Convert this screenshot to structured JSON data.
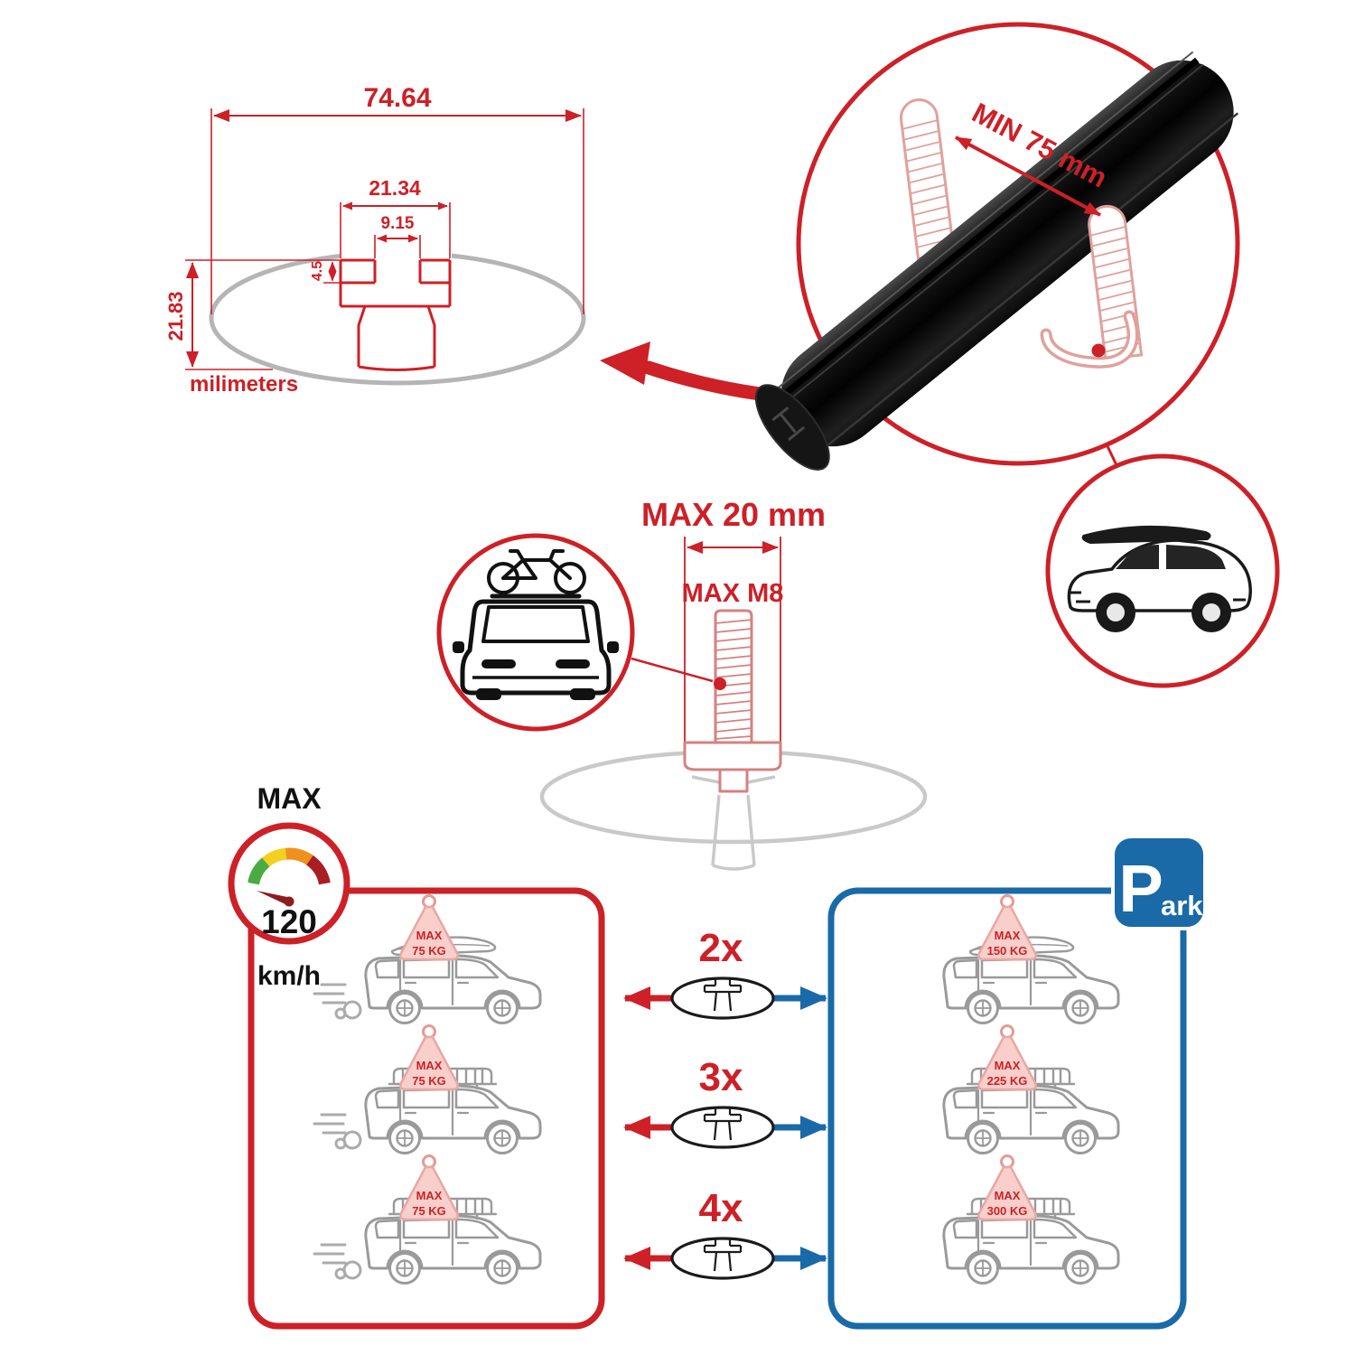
{
  "colors": {
    "accent_red": "#cd2027",
    "accent_blue": "#1a6aa8",
    "clamp_pink": "#e0a19c",
    "profile_gray": "#c9c9c9",
    "car_outline_gray": "#9a9a9a",
    "gauge_green": "#4aab43",
    "gauge_yellow": "#f5d01e",
    "gauge_orange": "#f0911e",
    "gauge_dark_red": "#a91e22"
  },
  "cross_section": {
    "overall_width": "74.64",
    "channel_width": "21.34",
    "slot_width": "9.15",
    "lip_depth": "4.5",
    "overall_height": "21.83",
    "units": "milimeters"
  },
  "bar_detail": {
    "min_span": "MIN 75 mm"
  },
  "bolt": {
    "max_width": "MAX 20 mm",
    "max_thread": "MAX M8"
  },
  "gauge": {
    "label": "MAX",
    "value": "120",
    "unit": "km/h"
  },
  "park_sign": {
    "letter": "P",
    "suffix": "ark"
  },
  "rows": [
    {
      "multiplier": "2x",
      "left_tag": {
        "label": "MAX",
        "weight": "75 KG"
      },
      "right_tag": {
        "label": "MAX",
        "weight": "150 KG"
      }
    },
    {
      "multiplier": "3x",
      "left_tag": {
        "label": "MAX",
        "weight": "75 KG"
      },
      "right_tag": {
        "label": "MAX",
        "weight": "225 KG"
      }
    },
    {
      "multiplier": "4x",
      "left_tag": {
        "label": "MAX",
        "weight": "75 KG"
      },
      "right_tag": {
        "label": "MAX",
        "weight": "300 KG"
      }
    }
  ]
}
